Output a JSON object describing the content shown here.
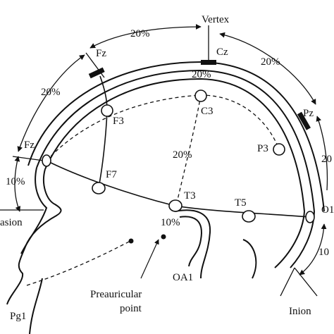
{
  "labels": {
    "vertex": "Vertex",
    "fz_top": "Fz",
    "cz": "Cz",
    "pz": "Pz",
    "f3": "F3",
    "c3": "C3",
    "p3": "P3",
    "f7": "F7",
    "t3": "T3",
    "t5": "T5",
    "fz_side": "Fz",
    "o1": "O1",
    "nasion": "asion",
    "oa1": "OA1",
    "pg1": "Pg1",
    "inion": "Inion",
    "preauricular_line1": "Preauricular",
    "preauricular_line2": "point"
  },
  "percentages": {
    "top_left": "20%",
    "top_right": "20%",
    "upper_left": "20%",
    "inner_arc": "20%",
    "middle": "20%",
    "left_10": "10%",
    "ear_10": "10%",
    "right_edge_20": "20",
    "right_edge_10": "10"
  }
}
